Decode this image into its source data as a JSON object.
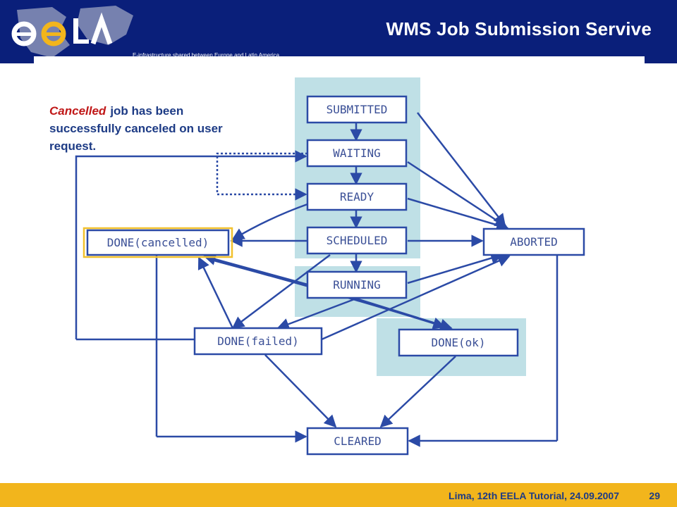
{
  "slide": {
    "title": "WMS Job Submission Servive",
    "tagline": "E-infrastructure shared between Europe and Latin America",
    "logo_text": "eeLA"
  },
  "caption": {
    "keyword": "Cancelled",
    "text": "job has been successfully canceled on user request."
  },
  "states": {
    "submitted": "SUBMITTED",
    "waiting": "WAITING",
    "ready": "READY",
    "scheduled": "SCHEDULED",
    "running": "RUNNING",
    "aborted": "ABORTED",
    "done_cancelled": "DONE(cancelled)",
    "done_failed": "DONE(failed)",
    "done_ok": "DONE(ok)",
    "cleared": "CLEARED"
  },
  "footer": {
    "event": "Lima, 12th EELA Tutorial, 24.09.2007",
    "page": "29"
  },
  "colors": {
    "header_bg": "#0a1f7a",
    "footer_bg": "#f2b51c",
    "arrow": "#2b4aa6",
    "highlight_zone": "#bfe0e6",
    "selection_box": "#f2c12e",
    "keyword": "#c01818"
  }
}
